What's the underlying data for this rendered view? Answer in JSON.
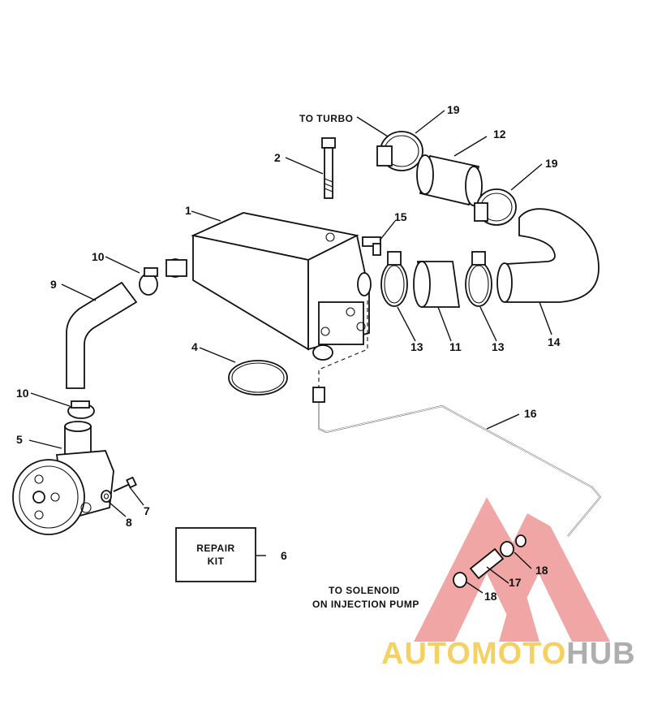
{
  "callouts": {
    "c1": "1",
    "c2": "2",
    "c4": "4",
    "c5": "5",
    "c6": "6",
    "c7": "7",
    "c8": "8",
    "c9": "9",
    "c10a": "10",
    "c10b": "10",
    "c11": "11",
    "c12": "12",
    "c13a": "13",
    "c13b": "13",
    "c14": "14",
    "c15": "15",
    "c16": "16",
    "c17": "17",
    "c18a": "18",
    "c18b": "18",
    "c19a": "19",
    "c19b": "19"
  },
  "labels": {
    "to_turbo": "TO TURBO",
    "repair_kit_line1": "REPAIR",
    "repair_kit_line2": "KIT",
    "to_solenoid_line1": "TO SOLENOID",
    "to_solenoid_line2": "ON INJECTION PUMP"
  },
  "watermark": {
    "part_auto": "AUTO",
    "part_moto": "MOTO",
    "part_hub": "HUB",
    "colors": {
      "auto": "#f2c230",
      "moto": "#f2c230",
      "hub": "#9a9a9a",
      "triangle": "#e23b3b"
    }
  }
}
